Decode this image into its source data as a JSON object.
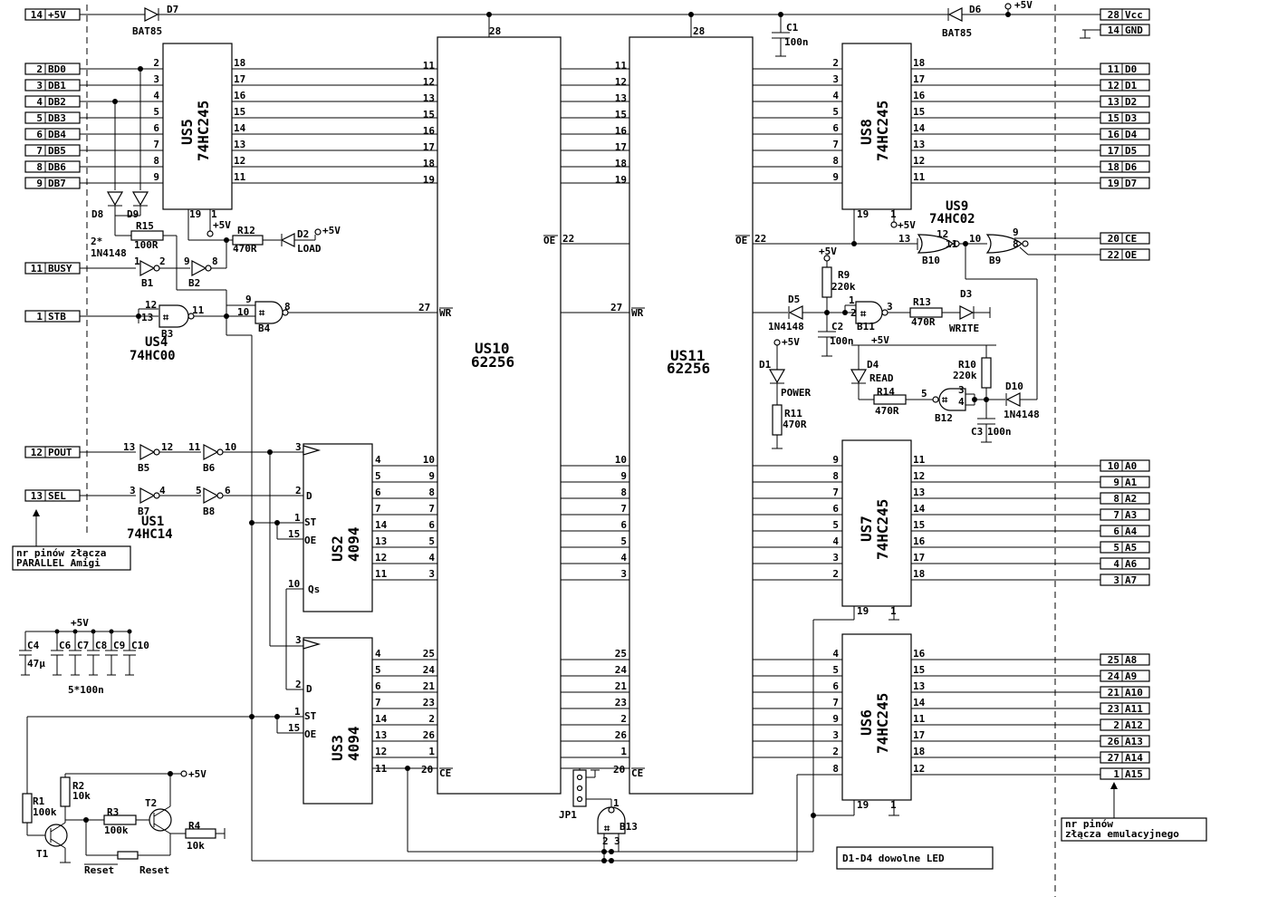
{
  "left_connector": [
    {
      "pin": "14",
      "name": "+5V"
    },
    {
      "pin": "2",
      "name": "BD0"
    },
    {
      "pin": "3",
      "name": "DB1"
    },
    {
      "pin": "4",
      "name": "DB2"
    },
    {
      "pin": "5",
      "name": "DB3"
    },
    {
      "pin": "6",
      "name": "DB4"
    },
    {
      "pin": "7",
      "name": "DB5"
    },
    {
      "pin": "8",
      "name": "DB6"
    },
    {
      "pin": "9",
      "name": "DB7"
    },
    {
      "pin": "11",
      "name": "BUSY"
    },
    {
      "pin": "1",
      "name": "STB"
    },
    {
      "pin": "12",
      "name": "POUT"
    },
    {
      "pin": "13",
      "name": "SEL"
    }
  ],
  "right_connector_top": [
    {
      "pin": "28",
      "name": "Vcc"
    },
    {
      "pin": "14",
      "name": "GND"
    },
    {
      "pin": "11",
      "name": "D0"
    },
    {
      "pin": "12",
      "name": "D1"
    },
    {
      "pin": "13",
      "name": "D2"
    },
    {
      "pin": "15",
      "name": "D3"
    },
    {
      "pin": "16",
      "name": "D4"
    },
    {
      "pin": "17",
      "name": "D5"
    },
    {
      "pin": "18",
      "name": "D6"
    },
    {
      "pin": "19",
      "name": "D7"
    },
    {
      "pin": "20",
      "name": "CE"
    },
    {
      "pin": "22",
      "name": "OE"
    }
  ],
  "right_connector_addr": [
    {
      "pin": "10",
      "name": "A0"
    },
    {
      "pin": "9",
      "name": "A1"
    },
    {
      "pin": "8",
      "name": "A2"
    },
    {
      "pin": "7",
      "name": "A3"
    },
    {
      "pin": "6",
      "name": "A4"
    },
    {
      "pin": "5",
      "name": "A5"
    },
    {
      "pin": "4",
      "name": "A6"
    },
    {
      "pin": "3",
      "name": "A7"
    },
    {
      "pin": "25",
      "name": "A8"
    },
    {
      "pin": "24",
      "name": "A9"
    },
    {
      "pin": "21",
      "name": "A10"
    },
    {
      "pin": "23",
      "name": "A11"
    },
    {
      "pin": "2",
      "name": "A12"
    },
    {
      "pin": "26",
      "name": "A13"
    },
    {
      "pin": "27",
      "name": "A14"
    },
    {
      "pin": "1",
      "name": "A15"
    }
  ],
  "chips": {
    "us5": {
      "ref": "US5",
      "part": "74HC245"
    },
    "us8": {
      "ref": "US8",
      "part": "74HC245"
    },
    "us7": {
      "ref": "US7",
      "part": "74HC245"
    },
    "us6": {
      "ref": "US6",
      "part": "74HC245"
    },
    "us10": {
      "ref": "US10",
      "part": "62256"
    },
    "us11": {
      "ref": "US11",
      "part": "62256"
    },
    "us2": {
      "ref": "US2",
      "part": "4094"
    },
    "us3": {
      "ref": "US3",
      "part": "4094"
    },
    "us4": {
      "ref": "US4",
      "part": "74HC00"
    },
    "us1": {
      "ref": "US1",
      "part": "74HC14"
    },
    "us9": {
      "ref": "US9",
      "part": "74HC02"
    }
  },
  "notes": {
    "parallel": [
      "nr pinów złącza",
      "PARALLEL Amigi"
    ],
    "emul": [
      "nr pinów",
      "złącza emulacyjnego"
    ],
    "leds": "D1-D4 dowolne LED",
    "caps": "5*100n",
    "diode_count": "2*"
  },
  "parts": {
    "d7": "D7",
    "d6": "D6",
    "bat85": "BAT85",
    "c1": "C1",
    "c1v": "100n",
    "d8": "D8",
    "d9": "D9",
    "n4148": "1N4148",
    "r15": "R15",
    "r15v": "100R",
    "r12": "R12",
    "r12v": "470R",
    "d2": "D2",
    "load": "LOAD",
    "r9": "R9",
    "r9v": "220k",
    "d5": "D5",
    "c2": "C2",
    "c2v": "100n",
    "r13": "R13",
    "r13v": "470R",
    "d3": "D3",
    "write": "WRITE",
    "d1": "D1",
    "power": "POWER",
    "r11": "R11",
    "r11v": "470R",
    "d4": "D4",
    "read": "READ",
    "r14": "R14",
    "r14v": "470R",
    "r10": "R10",
    "r10v": "220k",
    "d10": "D10",
    "c3": "C3",
    "c3v": "100n",
    "c4": "C4",
    "c4v": "47µ",
    "c6": "C6",
    "c7": "C7",
    "c8": "C8",
    "c9": "C9",
    "c10": "C10",
    "r1": "R1",
    "r1v": "100k",
    "r2": "R2",
    "r2v": "10k",
    "r3": "R3",
    "r3v": "100k",
    "r4": "R4",
    "r4v": "10k",
    "t1": "T1",
    "t2": "T2",
    "jp1": "JP1",
    "reset1": "Reset",
    "reset2": "Reset",
    "vcc": "+5V"
  },
  "gates": {
    "b1": "B1",
    "b2": "B2",
    "b3": "B3",
    "b4": "B4",
    "b5": "B5",
    "b6": "B6",
    "b7": "B7",
    "b8": "B8",
    "b9": "B9",
    "b10": "B10",
    "b11": "B11",
    "b12": "B12",
    "b13": "B13"
  },
  "signals": {
    "oe": "OE",
    "wr": "WR",
    "ce": "CE",
    "st": "ST",
    "d": "D",
    "qs": "Qs"
  }
}
